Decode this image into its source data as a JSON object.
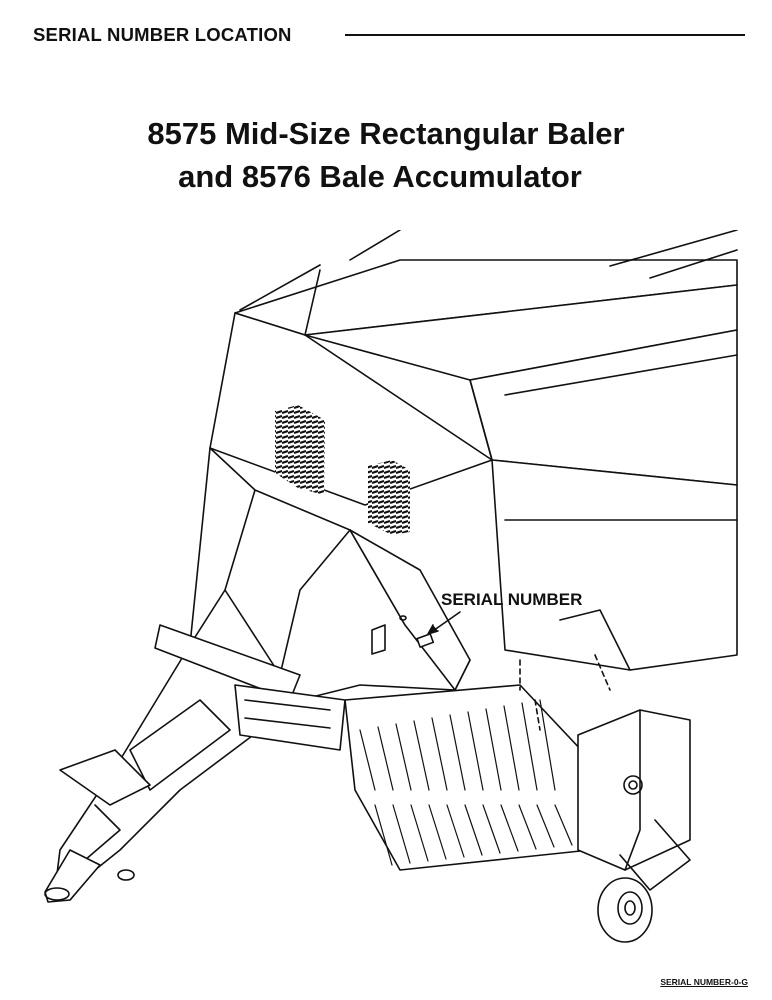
{
  "header": {
    "section_label": "SERIAL NUMBER LOCATION"
  },
  "title": {
    "line1": "8575 Mid-Size Rectangular Baler",
    "line2": "and 8576 Bale Accumulator"
  },
  "figure": {
    "illustration": "baler-line-drawing",
    "callout_label": "SERIAL NUMBER",
    "figure_code": "SERIAL NUMBER-0-G"
  }
}
